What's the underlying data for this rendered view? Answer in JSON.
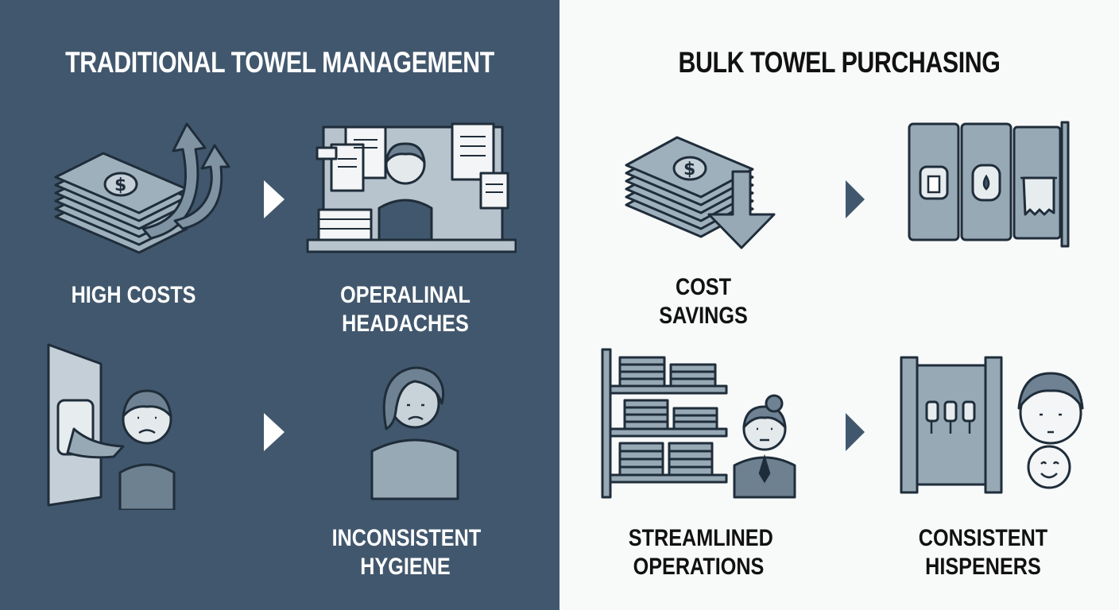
{
  "left_panel": {
    "title": "TRADITIONAL TOWEL MANAGEMENT",
    "items": [
      {
        "label": "HIGH COSTS"
      },
      {
        "label": "OPERALINAL\nHEADACHES"
      },
      {
        "label": ""
      },
      {
        "label": "INCONSISTENT\nHYGIENE"
      }
    ]
  },
  "right_panel": {
    "title": "BULK TOWEL PURCHASING",
    "items": [
      {
        "label": "COST SAVINGS"
      },
      {
        "label": ""
      },
      {
        "label": "STREAMLINED\nOPERATIONS"
      },
      {
        "label": "CONSISTENT\nHISPENERS"
      }
    ]
  },
  "colors": {
    "left_bg": "#41576d",
    "right_bg": "#f8f9f9",
    "icon_fill": "#98a9b6",
    "icon_stroke": "#1f2d3a",
    "arrow_left": "#ffffff",
    "arrow_right": "#41576d"
  }
}
